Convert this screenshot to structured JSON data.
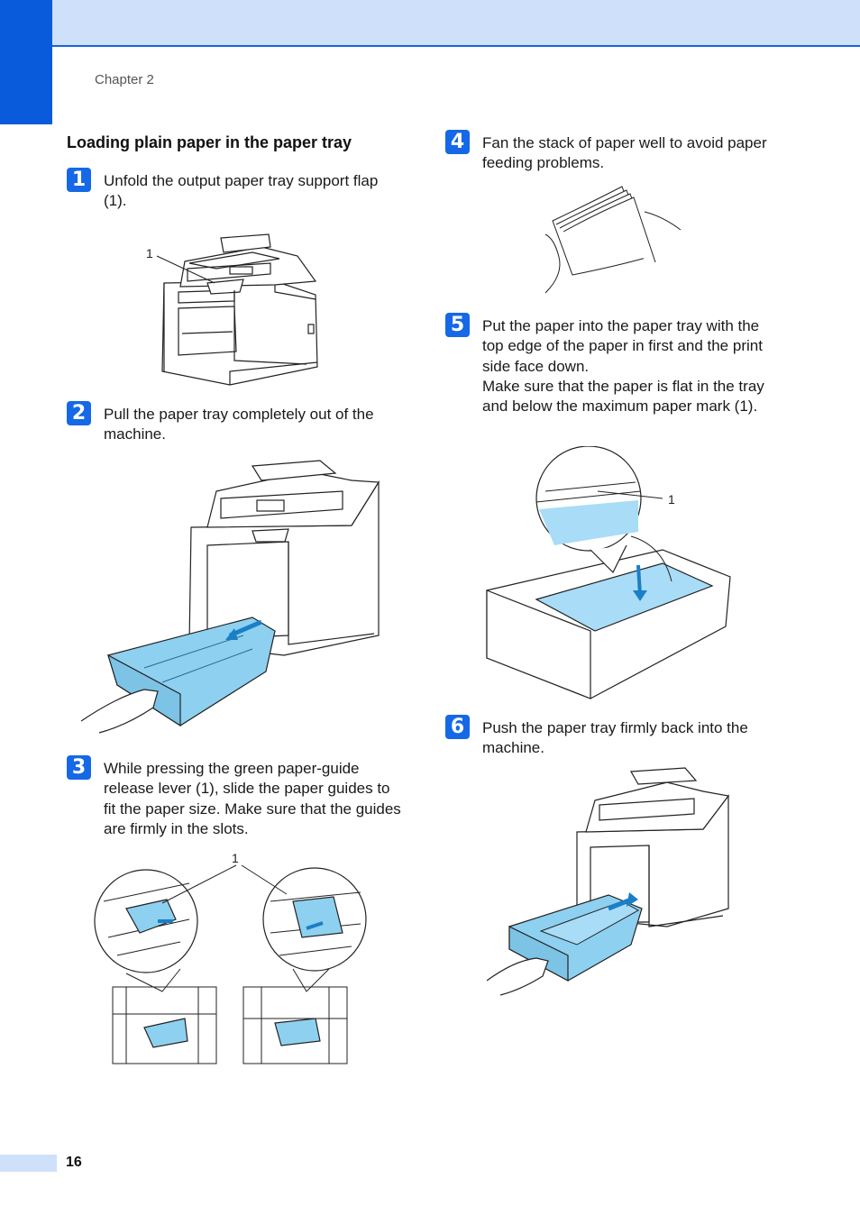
{
  "header": {
    "chapter_label": "Chapter 2"
  },
  "section": {
    "title": "Loading plain paper in the paper tray"
  },
  "steps": [
    {
      "number": "1",
      "text": "Unfold the output paper tray support flap (1)."
    },
    {
      "number": "2",
      "text": "Pull the paper tray completely out of the machine."
    },
    {
      "number": "3",
      "text": "While pressing the green paper-guide release lever (1), slide the paper guides to fit the paper size. Make sure that the guides are firmly in the slots."
    },
    {
      "number": "4",
      "text": "Fan the stack of paper well to avoid paper feeding problems."
    },
    {
      "number": "5",
      "text": "Put the paper into the paper tray with the top edge of the paper in first and the print side face down.\nMake sure that the paper is flat in the tray and below the maximum paper mark (1)."
    },
    {
      "number": "6",
      "text": "Push the paper tray firmly back into the machine."
    }
  ],
  "callouts": {
    "fig1": "1",
    "fig3": "1",
    "fig5": "1"
  },
  "icons": {
    "printer": "printer-illustration",
    "tray": "paper-tray-illustration",
    "hand": "hand-illustration",
    "paper": "paper-stack-illustration"
  },
  "colors": {
    "accent": "#0a5bdc",
    "band": "#cfe0fb",
    "tray_blue": "#8ed0ef",
    "paper_blue": "#a9dcf6"
  },
  "footer": {
    "page_number": "16"
  }
}
